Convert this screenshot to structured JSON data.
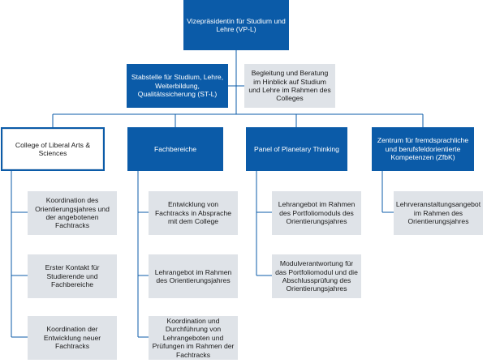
{
  "top": {
    "vp": "Vizepräsidentin für Studium und Lehre (VP-L)",
    "stabstelle": "Stabstelle für Studium, Lehre, Weiterbildung, Qualitätssicherung (ST-L)",
    "begleitung": "Begleitung und Beratung im Hinblick auf Studium und Lehre im Rahmen des Colleges"
  },
  "columns": [
    {
      "head": "College of Liberal Arts & Sciences",
      "items": [
        "Koordination des Orientierungsjahres und der angebotenen Fachtracks",
        "Erster Kontakt für Studierende und Fachbereiche",
        "Koordination der Entwicklung neuer Fachtracks"
      ]
    },
    {
      "head": "Fachbereiche",
      "items": [
        "Entwicklung von Fachtracks in Absprache mit dem College",
        "Lehrangebot im Rahmen des Orientierungsjahres",
        "Koordination und Durchführung von Lehrangeboten und Prüfungen im Rahmen der Fachtracks"
      ]
    },
    {
      "head": "Panel of Planetary Thinking",
      "items": [
        "Lehrangebot im Rahmen des Portfoliomoduls des Orientierungsjahres",
        "Modulverantwortung für das Portfoliomodul und die Abschlussprüfung des Orientierungsjahres"
      ]
    },
    {
      "head": "Zentrum für fremdsprachliche und berufsfeldorientierte Kompetenzen (ZfbK)",
      "items": [
        "Lehrveranstaltungsangebot im Rahmen des Orientierungsjahres"
      ]
    }
  ]
}
